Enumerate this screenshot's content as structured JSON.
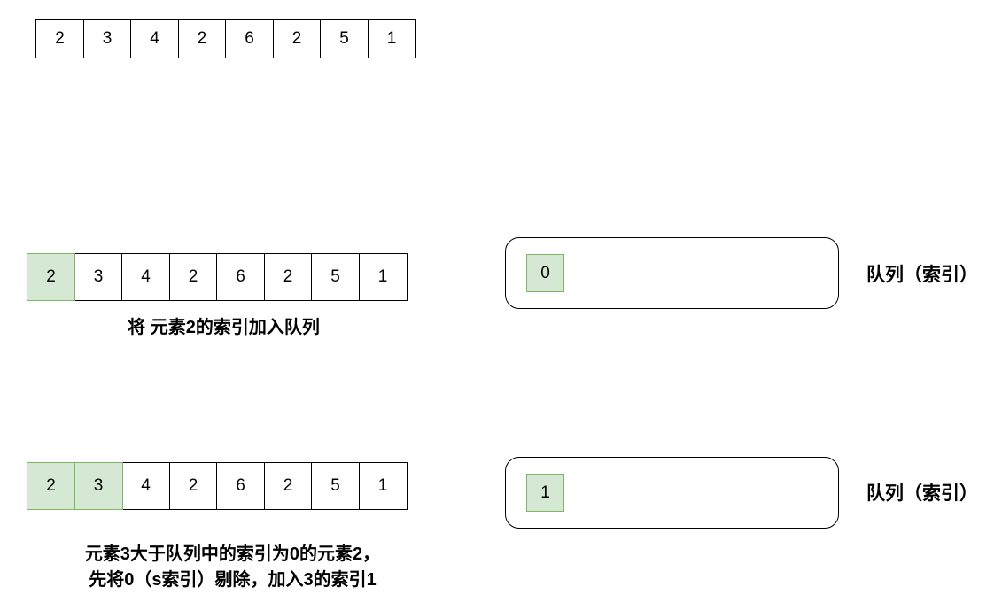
{
  "colors": {
    "highlight_fill": "#d5e8d4",
    "highlight_border": "#82b366",
    "cell_border": "#000000",
    "background": "#ffffff"
  },
  "top_array": {
    "values": [
      "2",
      "3",
      "4",
      "2",
      "6",
      "2",
      "5",
      "1"
    ]
  },
  "step1": {
    "array": {
      "values": [
        "2",
        "3",
        "4",
        "2",
        "6",
        "2",
        "5",
        "1"
      ],
      "highlighted": [
        0
      ]
    },
    "queue": {
      "items": [
        "0"
      ],
      "label": "队列（索引）"
    },
    "caption": "将 元素2的索引加入队列"
  },
  "step2": {
    "array": {
      "values": [
        "2",
        "3",
        "4",
        "2",
        "6",
        "2",
        "5",
        "1"
      ],
      "highlighted": [
        0,
        1
      ]
    },
    "queue": {
      "items": [
        "1"
      ],
      "label": "队列（索引）"
    },
    "caption_line1": "元素3大于队列中的索引为0的元素2，",
    "caption_line2": "先将0（s索引）剔除，加入3的索引1"
  }
}
